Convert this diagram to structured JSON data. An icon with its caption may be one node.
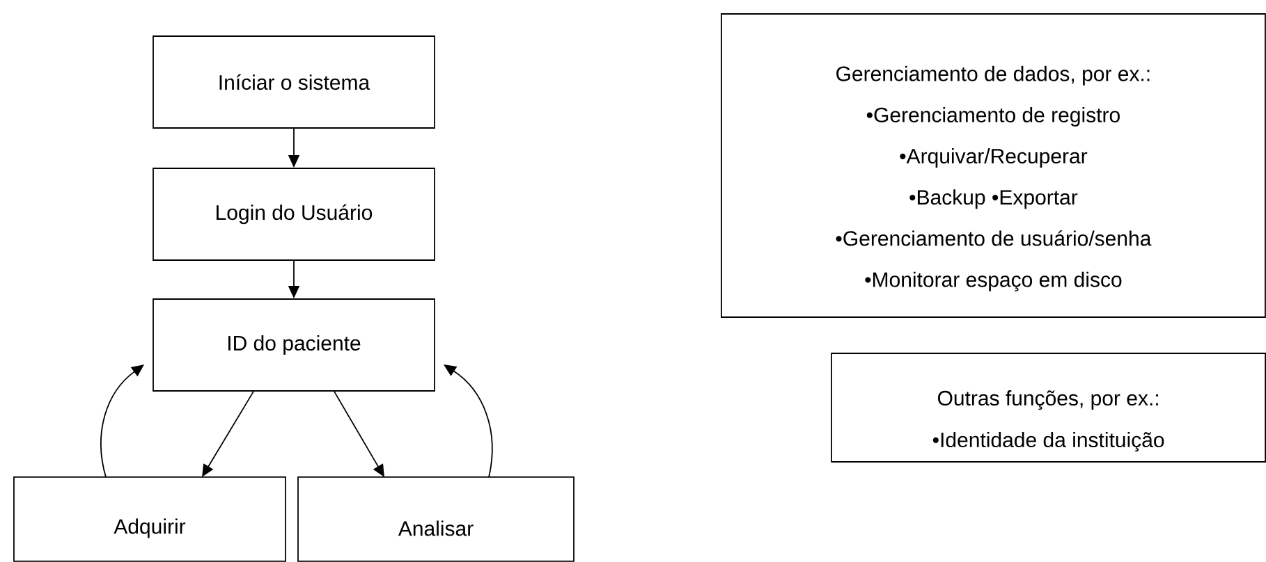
{
  "diagram": {
    "nodes": [
      {
        "text": [
          "Iníciar o sistema"
        ]
      },
      {
        "text": [
          "Login do Usuário"
        ]
      },
      {
        "text": [
          "ID do paciente"
        ]
      },
      {
        "text": [
          "Adquirir"
        ]
      },
      {
        "text": [
          "Analisar"
        ]
      },
      {
        "text": [
          "Gerenciamento de dados, por ex.:",
          "•Gerenciamento de registro",
          "•Arquivar/Recuperar",
          "•Backup •Exportar",
          "•Gerenciamento de usuário/senha",
          "•Monitorar espaço em disco"
        ]
      },
      {
        "text": [
          "Outras funções, por ex.:",
          "•Identidade da instituição"
        ]
      }
    ],
    "edges": [
      {
        "from": 0,
        "to": 1,
        "arrow": "to"
      },
      {
        "from": 1,
        "to": 2,
        "arrow": "to"
      },
      {
        "from": 2,
        "to": 3,
        "arrow": "to"
      },
      {
        "from": 2,
        "to": 4,
        "arrow": "to"
      },
      {
        "from": 3,
        "to": 2,
        "arrow": "to"
      },
      {
        "from": 4,
        "to": 2,
        "arrow": "to"
      }
    ]
  }
}
